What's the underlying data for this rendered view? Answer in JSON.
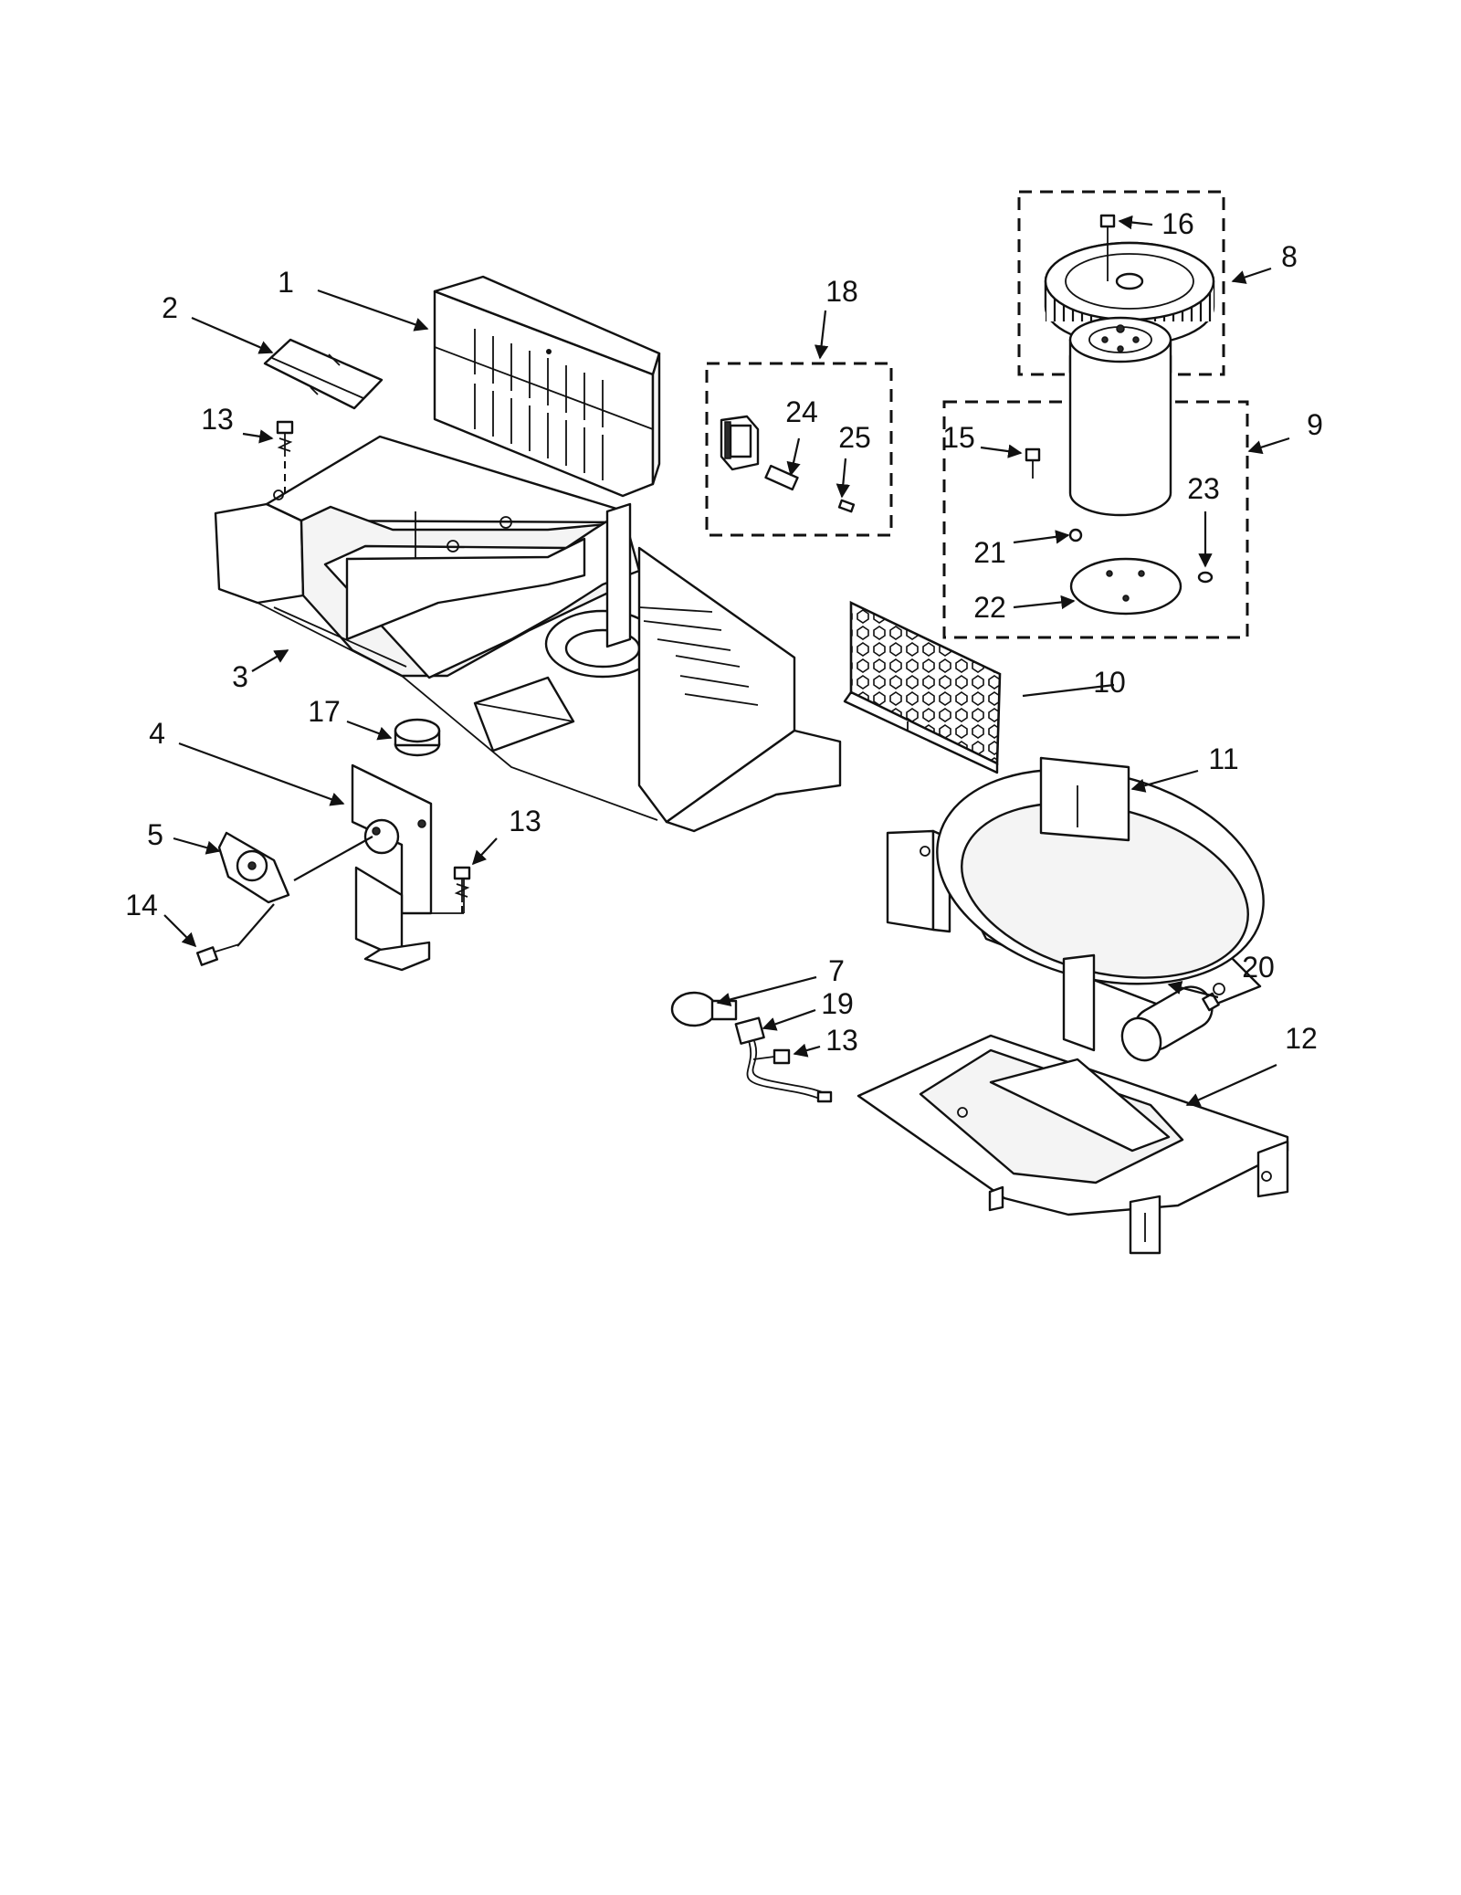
{
  "diagram": {
    "callouts": {
      "c1": "1",
      "c2": "2",
      "c3": "3",
      "c4": "4",
      "c5": "5",
      "c7": "7",
      "c8": "8",
      "c9": "9",
      "c10": "10",
      "c11": "11",
      "c12": "12",
      "c13a": "13",
      "c13b": "13",
      "c13c": "13",
      "c14": "14",
      "c15": "15",
      "c16": "16",
      "c17": "17",
      "c18": "18",
      "c19": "19",
      "c20": "20",
      "c21": "21",
      "c22": "22",
      "c23": "23",
      "c24": "24",
      "c25": "25"
    }
  }
}
